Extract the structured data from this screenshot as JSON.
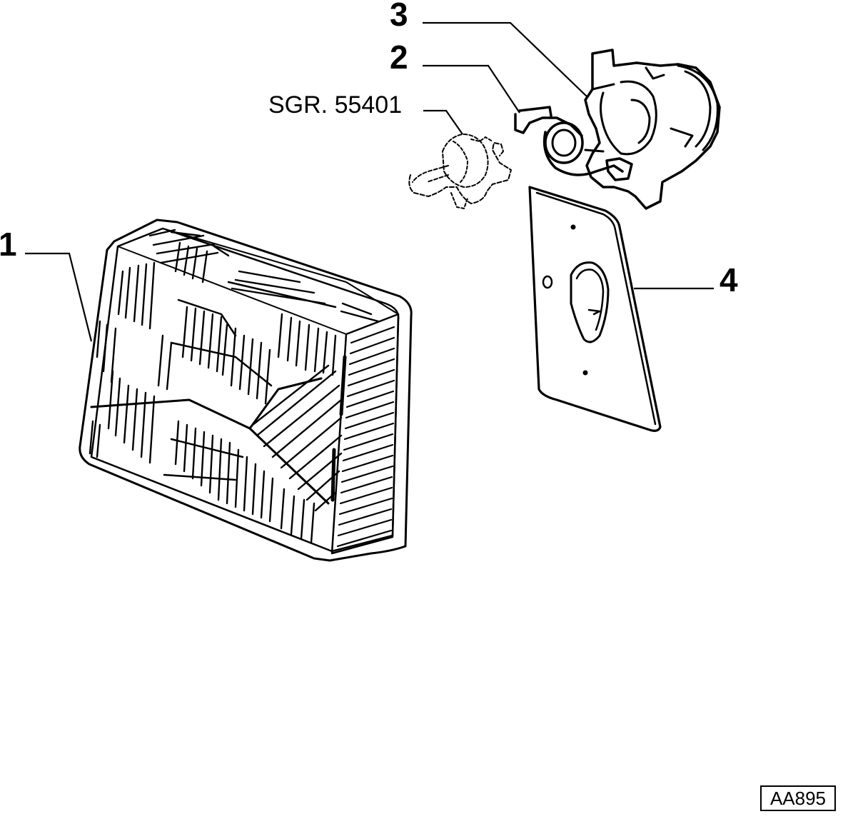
{
  "callouts": [
    {
      "id": "1",
      "label": "1"
    },
    {
      "id": "2",
      "label": "2"
    },
    {
      "id": "3",
      "label": "3"
    },
    {
      "id": "4",
      "label": "4"
    }
  ],
  "reference": {
    "label": "SGR. 55401"
  },
  "drawing_code": "AA895"
}
